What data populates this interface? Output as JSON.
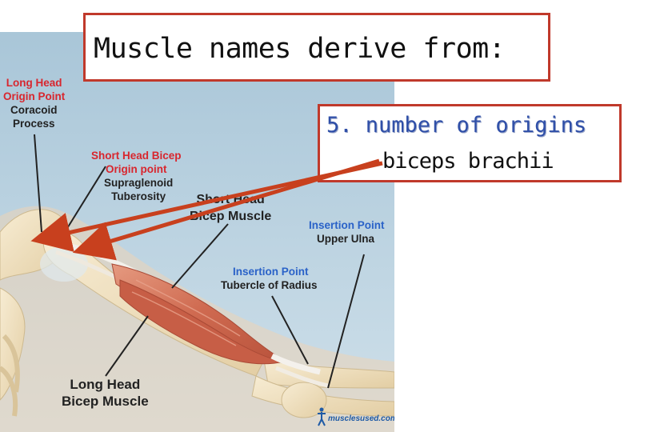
{
  "slide": {
    "title": "Muscle names derive from:",
    "point_heading": "5. number of origins",
    "point_example": "biceps brachii"
  },
  "diagram": {
    "labels": {
      "long_head_origin": [
        "Long Head",
        "Origin Point"
      ],
      "coracoid": [
        "Coracoid",
        "Process"
      ],
      "short_head_origin": [
        "Short Head Bicep",
        "Origin point"
      ],
      "supraglenoid": [
        "Supraglenoid",
        "Tuberosity"
      ],
      "short_head_muscle": [
        "Short Head",
        "Bicep Muscle"
      ],
      "insertion_ulna_title": "Insertion Point",
      "insertion_ulna_sub": "Upper Ulna",
      "insertion_radius_title": "Insertion Point",
      "insertion_radius_sub": "Tubercle of Radius",
      "long_head_muscle": [
        "Long Head",
        "Bicep Muscle"
      ]
    },
    "watermark": "musclesused.com",
    "colors": {
      "frame": "#c0392b",
      "arrow": "#c8401e",
      "red_label": "#d8262e",
      "blue_label": "#2a62c8",
      "muscle": "#cf6a50",
      "bone": "#f1e1c0",
      "background": "#bcd4e2"
    }
  }
}
